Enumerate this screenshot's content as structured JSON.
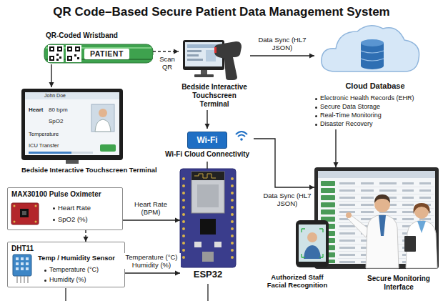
{
  "diagram": {
    "title": "QR Code–Based Secure Patient Data Management System",
    "nodes": [
      {
        "text": [
          "QR-Coded Wristband",
          "PATIENT"
        ]
      },
      {
        "text": [
          "Bedside Interactive Touchscreen Terminal"
        ]
      },
      {
        "text": [
          "Cloud Database",
          "Electronic Health Records (EHR)",
          "Secure Data Storage",
          "Real-Time Monitoring",
          "Disaster Recovery"
        ]
      },
      {
        "text": [
          "Bedside Interactive Touchscreen Terminal"
        ]
      },
      {
        "text": [
          "Wi-Fi",
          "Wi-Fi Cloud Connectivity"
        ]
      },
      {
        "text": [
          "ESP32"
        ]
      },
      {
        "text": [
          "MAX30100 Pulse Oximeter",
          "Heart Rate",
          "SpO2 (%)"
        ]
      },
      {
        "text": [
          "DHT11",
          "Temp / Humidity Sensor",
          "Temperature (°C)",
          "Humidity (%)"
        ]
      },
      {
        "text": [
          "Secure Monitoring Interface"
        ]
      },
      {
        "text": [
          "Authorized Staff Facial Recognition"
        ]
      }
    ],
    "edges": [
      {
        "from": 0,
        "to": 1,
        "label": "Scan QR",
        "arrow": "to"
      },
      {
        "from": 0,
        "to": 3,
        "arrow": "to"
      },
      {
        "from": 1,
        "to": 2,
        "label": "Data Sync (HL7 JSON)",
        "arrow": "to"
      },
      {
        "from": 1,
        "to": 4,
        "arrow": "to"
      },
      {
        "from": 2,
        "to": 8,
        "arrow": "to"
      },
      {
        "from": 4,
        "to": 5,
        "arrow": "none"
      },
      {
        "from": 4,
        "to": 8,
        "label": "Data Sync (HL7 JSON)",
        "arrow": "to"
      },
      {
        "from": 6,
        "to": 5,
        "label": "Heart Rate (BPM)",
        "arrow": "to"
      },
      {
        "from": 6,
        "to": 7,
        "arrow": "to"
      },
      {
        "from": 7,
        "to": 5,
        "label": "Temperature (°C) Humidity (%)",
        "arrow": "to"
      }
    ],
    "labels": [
      "John Doe",
      "Heart",
      "80 bpm",
      "SpO2",
      "Temperature",
      "ICU Transfer"
    ]
  }
}
